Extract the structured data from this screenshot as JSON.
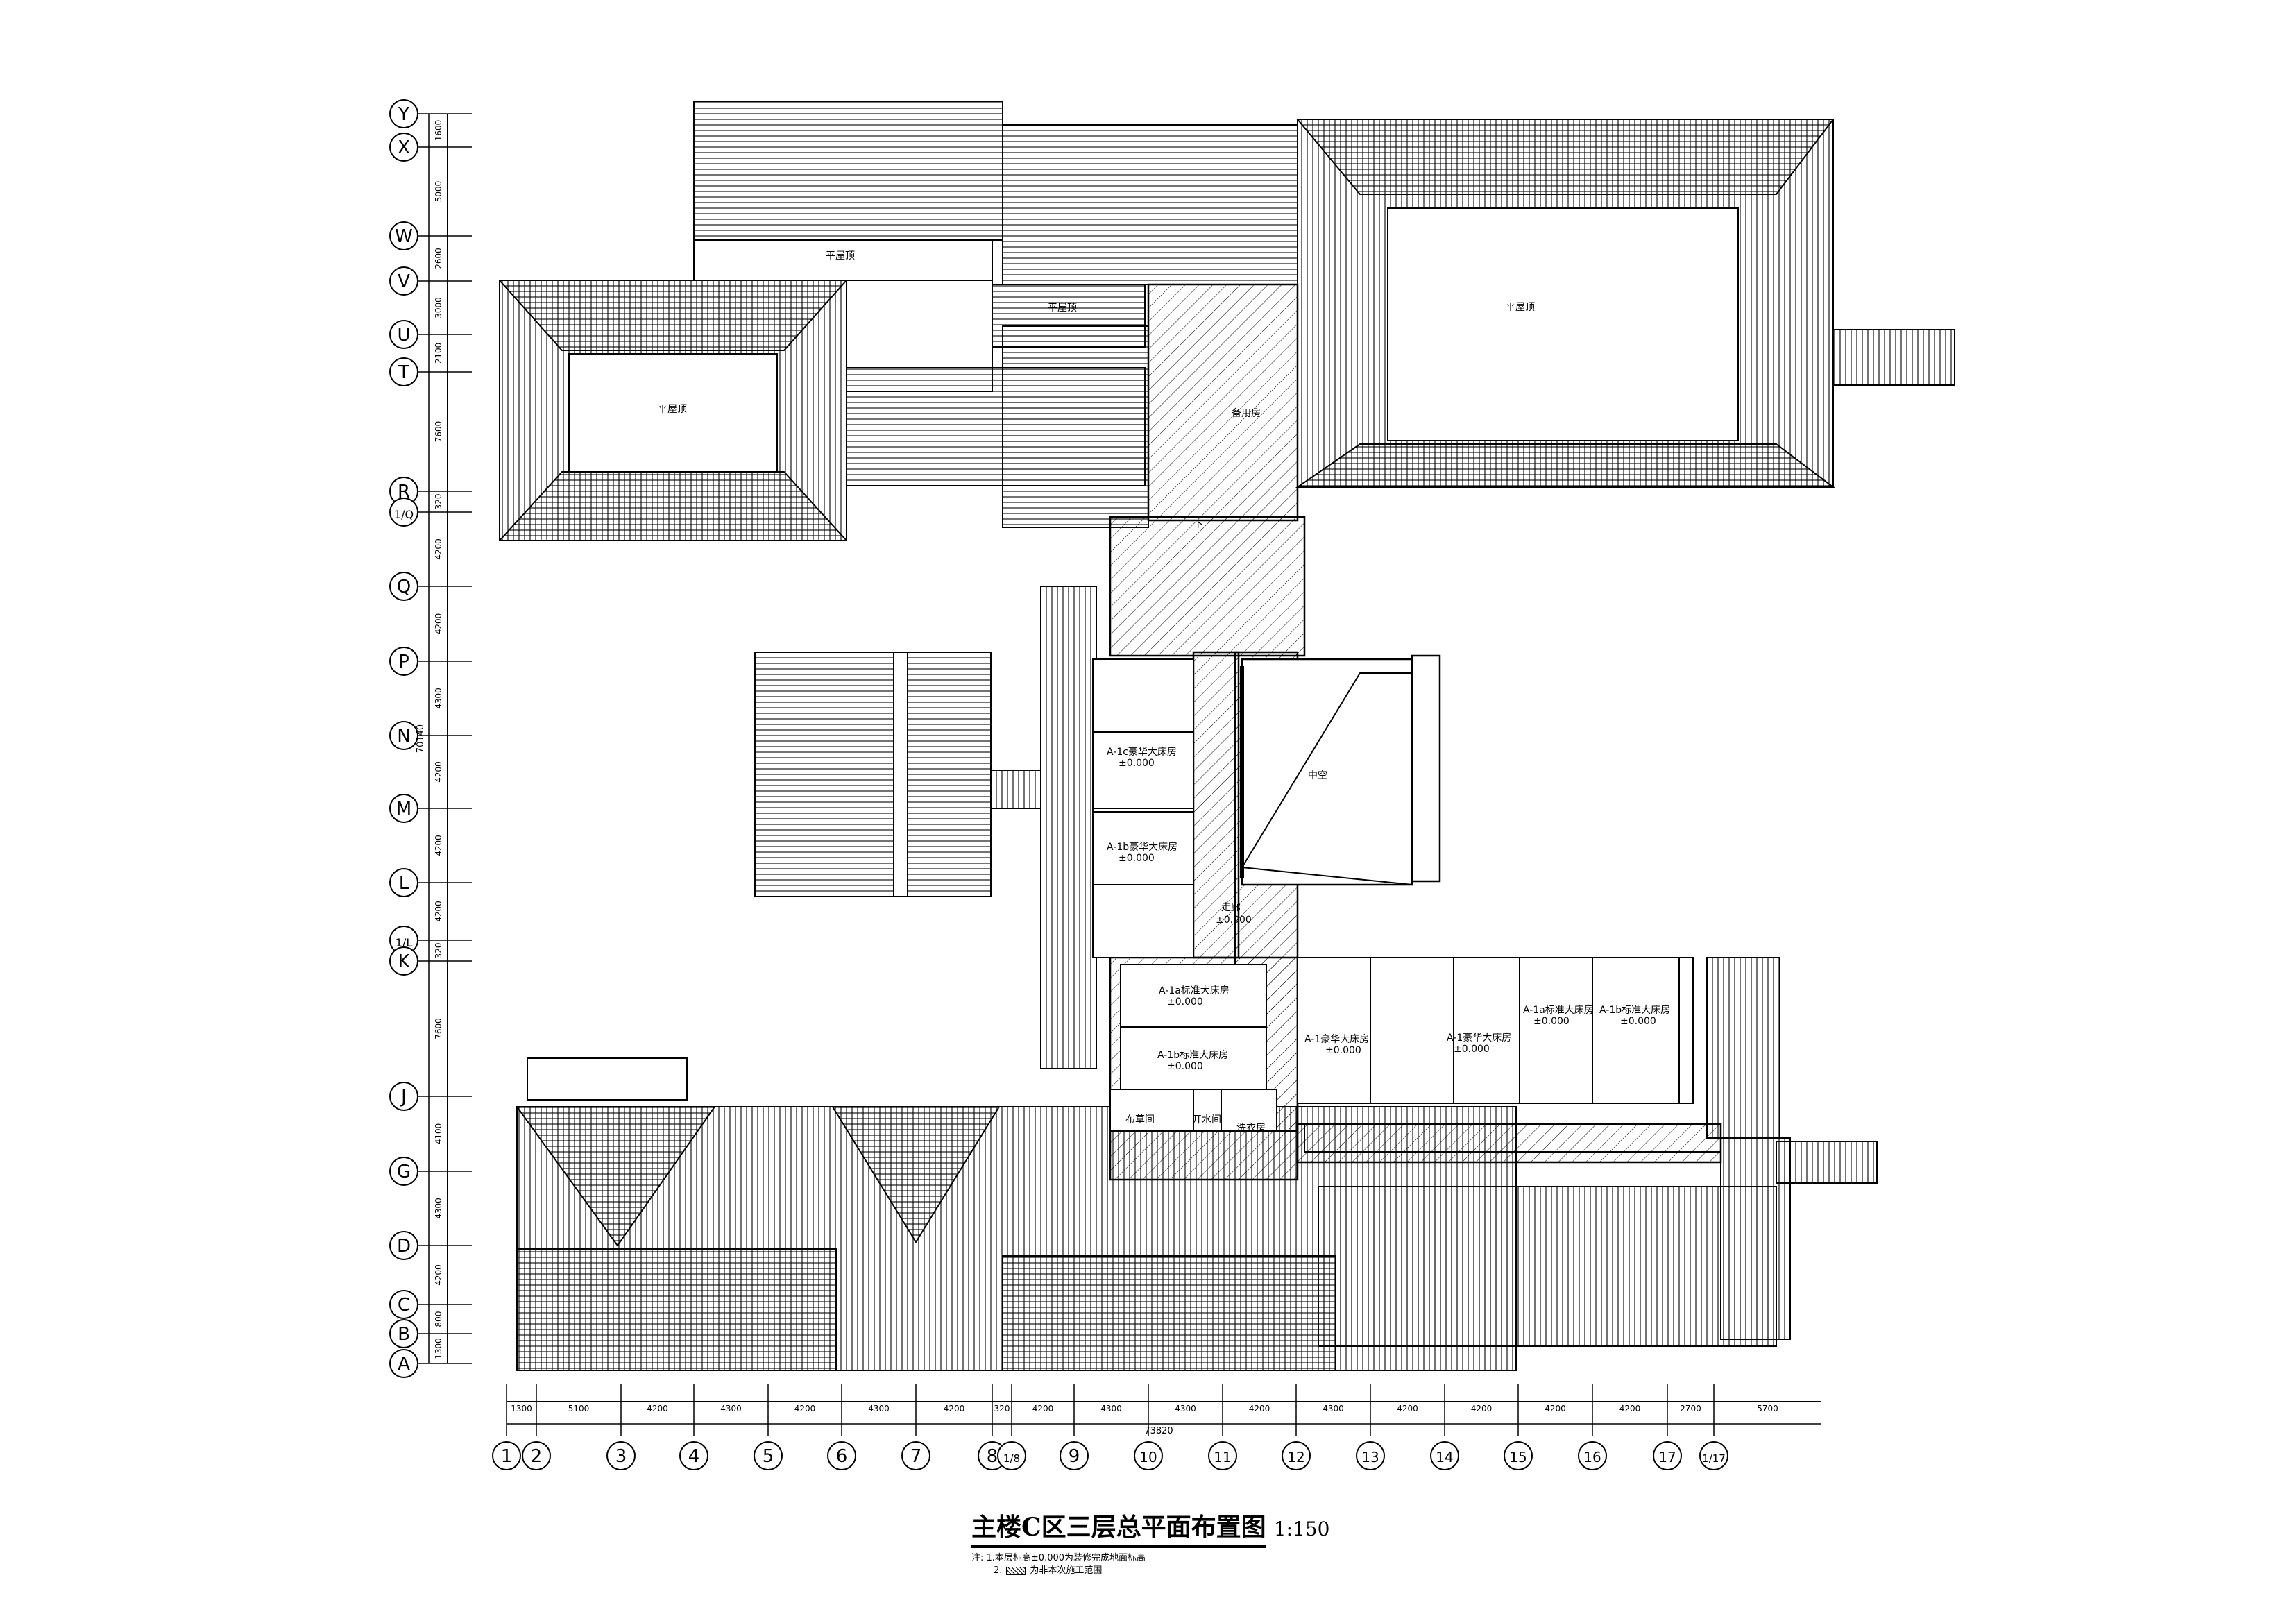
{
  "grid": {
    "rows": [
      "Y",
      "X",
      "W",
      "V",
      "U",
      "T",
      "R",
      "1/Q",
      "Q",
      "P",
      "N",
      "M",
      "L",
      "1/L",
      "K",
      "J",
      "G",
      "D",
      "C",
      "B",
      "A"
    ],
    "row_dims": [
      "1600",
      "5000",
      "2600",
      "3000",
      "2100",
      "7600",
      "320",
      "4200",
      "4200",
      "4300",
      "4200",
      "4200",
      "4200",
      "320",
      "7600",
      "4100",
      "4300",
      "4200",
      "800",
      "1300"
    ],
    "row_total": "70140",
    "cols": [
      "1",
      "2",
      "3",
      "4",
      "5",
      "6",
      "7",
      "8",
      "1/8",
      "9",
      "10",
      "11",
      "12",
      "13",
      "14",
      "15",
      "16",
      "17",
      "1/17"
    ],
    "col_dims": [
      "1300",
      "5100",
      "4200",
      "4300",
      "4200",
      "4300",
      "4200",
      "320",
      "4200",
      "4300",
      "4300",
      "4200",
      "4300",
      "4200",
      "4200",
      "4200",
      "4200",
      "2700",
      "5700"
    ],
    "col_total": "73820"
  },
  "labels": {
    "flat_roof_1": "平屋顶",
    "flat_roof_2": "平屋顶",
    "flat_roof_3": "平屋顶",
    "flat_roof_4": "平屋顶",
    "spare_room": "备用房",
    "atrium": "中空",
    "corridor": "走廊",
    "corridor_elev": "±0.000",
    "down": "下",
    "room_a1c_1": "A-1c豪华大床房",
    "room_a1c_1_elev": "±0.000",
    "room_a1b_1": "A-1b豪华大床房",
    "room_a1b_1_elev": "±0.000",
    "room_a1a_1": "A-1a标准大床房",
    "room_a1a_1_elev": "±0.000",
    "room_a1b_2": "A-1b标准大床房",
    "room_a1b_2_elev": "±0.000",
    "room_a1_1": "A-1豪华大床房",
    "room_a1_1_elev": "±0.000",
    "room_a1_2": "A-1豪华大床房",
    "room_a1_2_elev": "±0.000",
    "room_a1a_2": "A-1a标准大床房",
    "room_a1a_2_elev": "±0.000",
    "room_a1b_3": "A-1b标准大床房",
    "room_a1b_3_elev": "±0.000",
    "service_room": "布草间",
    "water_room": "开水间",
    "linen_room": "洗衣房"
  },
  "caption": {
    "title": "主楼C区三层总平面布置图",
    "scale": "1:150",
    "note1": "注: 1.本层标高±0.000为装修完成地面标高",
    "note2_num": "2.",
    "note2_text": "为非本次施工范围"
  },
  "colors": {
    "line": "#000000",
    "paper": "#ffffff"
  }
}
